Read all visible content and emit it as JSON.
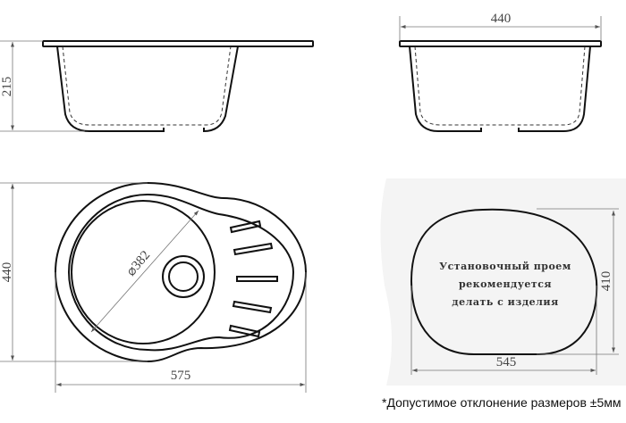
{
  "dimensions": {
    "side_height": "215",
    "side_width": "440",
    "top_height": "440",
    "top_width": "575",
    "bowl_diameter": "⌀382",
    "cutout_width": "545",
    "cutout_height": "410"
  },
  "cutout_text": [
    "Установочный проем",
    "рекомендуется",
    "делать с изделия"
  ],
  "tolerance_note": "*Допустимое отклонение размеров ±5мм",
  "colors": {
    "line": "#111111",
    "panel": "#f4f4f4"
  }
}
